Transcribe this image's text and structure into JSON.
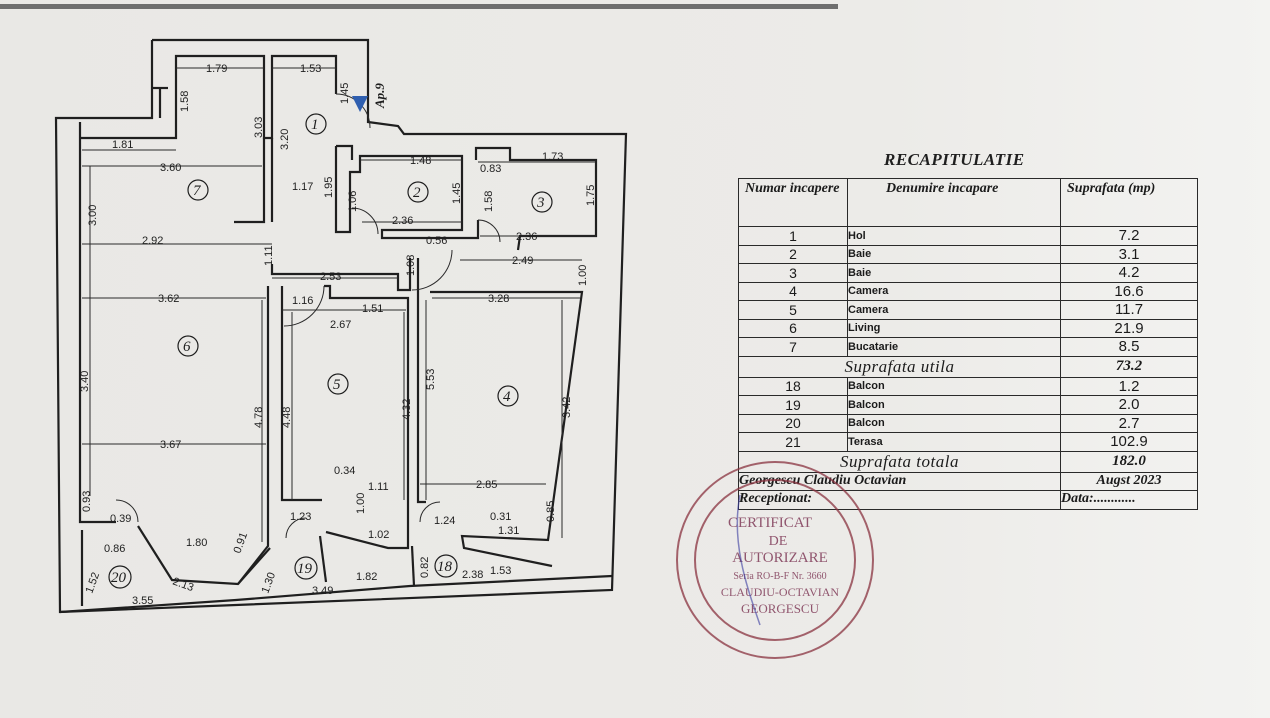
{
  "plan": {
    "apartment_label": "Ap.9",
    "rooms": [
      {
        "num": "1"
      },
      {
        "num": "2"
      },
      {
        "num": "3"
      },
      {
        "num": "4"
      },
      {
        "num": "5"
      },
      {
        "num": "6"
      },
      {
        "num": "7"
      },
      {
        "num": "18"
      },
      {
        "num": "19"
      },
      {
        "num": "20"
      }
    ],
    "dimensions": [
      "1.79",
      "1.53",
      "1.58",
      "1.45",
      "3.03",
      "3.20",
      "1.81",
      "3.60",
      "1.48",
      "0.83",
      "1.73",
      "1.17",
      "1.95",
      "1.06",
      "2.36",
      "1.45",
      "1.58",
      "1.75",
      "3.00",
      "2.92",
      "1.11",
      "0.56",
      "2.36",
      "2.49",
      "2.53",
      "1.08",
      "1.00",
      "3.62",
      "1.16",
      "1.51",
      "3.28",
      "2.67",
      "3.40",
      "4.78",
      "4.48",
      "4.32",
      "5.53",
      "3.42",
      "3.67",
      "0.34",
      "1.11",
      "2.85",
      "1.00",
      "0.93",
      "0.39",
      "1.23",
      "1.02",
      "1.24",
      "0.31",
      "1.31",
      "0.85",
      "0.86",
      "1.80",
      "0.91",
      "1.52",
      "2.13",
      "1.30",
      "1.82",
      "0.82",
      "2.38",
      "1.53",
      "3.55",
      "3.49"
    ]
  },
  "recap": {
    "title": "RECAPITULATIE",
    "headers": {
      "numar": "Numar incapere",
      "denumire": "Denumire incapare",
      "suprafata": "Suprafata (mp)"
    },
    "rooms": [
      {
        "nr": "1",
        "name": "Hol",
        "area": "7.2"
      },
      {
        "nr": "2",
        "name": "Baie",
        "area": "3.1"
      },
      {
        "nr": "3",
        "name": "Baie",
        "area": "4.2"
      },
      {
        "nr": "4",
        "name": "Camera",
        "area": "16.6"
      },
      {
        "nr": "5",
        "name": "Camera",
        "area": "11.7"
      },
      {
        "nr": "6",
        "name": "Living",
        "area": "21.9"
      },
      {
        "nr": "7",
        "name": "Bucatarie",
        "area": "8.5"
      }
    ],
    "utila_label": "Suprafata  utila",
    "utila_value": "73.2",
    "balcony": [
      {
        "nr": "18",
        "name": "Balcon",
        "area": "1.2"
      },
      {
        "nr": "19",
        "name": "Balcon",
        "area": "2.0"
      },
      {
        "nr": "20",
        "name": "Balcon",
        "area": "2.7"
      },
      {
        "nr": "21",
        "name": "Terasa",
        "area": "102.9"
      }
    ],
    "totala_label": "Suprafata  totala",
    "totala_value": "182.0",
    "author": "Georgescu  Claudiu  Octavian",
    "date": "Augst  2023",
    "receptionat": "Receptionat:",
    "data_label": "Data:............"
  },
  "stamp": {
    "lines": [
      "CERTIFICAT",
      "DE",
      "AUTORIZARE",
      "Seria RO-B-F Nr. 3660",
      "CLAUDIU-OCTAVIAN",
      "GEORGESCU"
    ],
    "color": "#8a3340"
  },
  "colors": {
    "ink": "#1f1f1f",
    "paper": "#ecebe8",
    "door_icon": "#2f5fb0"
  }
}
